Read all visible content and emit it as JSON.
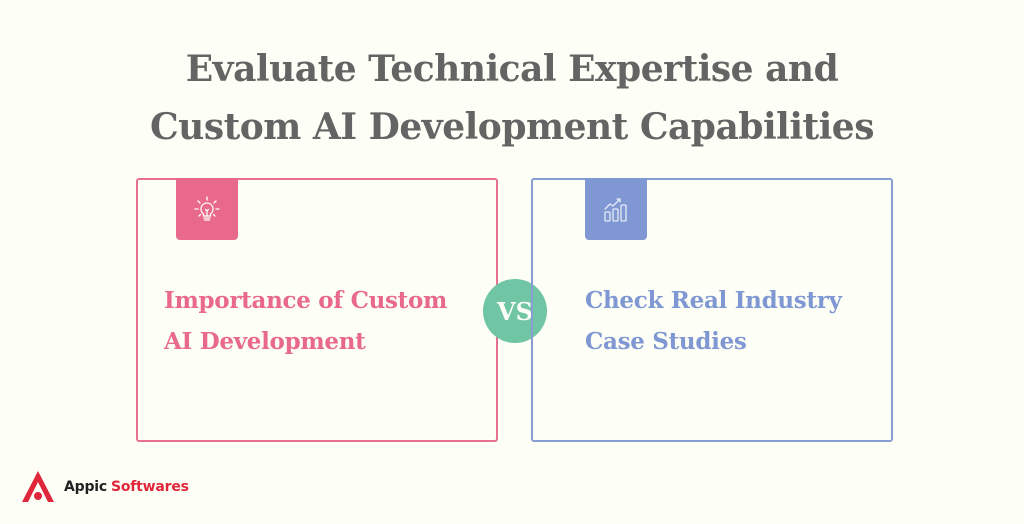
{
  "title": {
    "line1": "Evaluate Technical Expertise and",
    "line2": "Custom AI Development Capabilities"
  },
  "cards": [
    {
      "icon": "lightbulb-icon",
      "line1": "Importance of Custom",
      "line2": "AI Development",
      "color": "#e8698b"
    },
    {
      "icon": "bar-chart-growth-icon",
      "line1": "Check Real Industry",
      "line2": "Case Studies",
      "color": "#7f97d2"
    }
  ],
  "versus": {
    "label": "VS",
    "color": "#6fc5a4"
  },
  "brand": {
    "name_part1": "Appic",
    "name_part2": "Softwares",
    "accent": "#e0263a"
  },
  "colors": {
    "background": "#fdfff6",
    "title": "#646464"
  }
}
